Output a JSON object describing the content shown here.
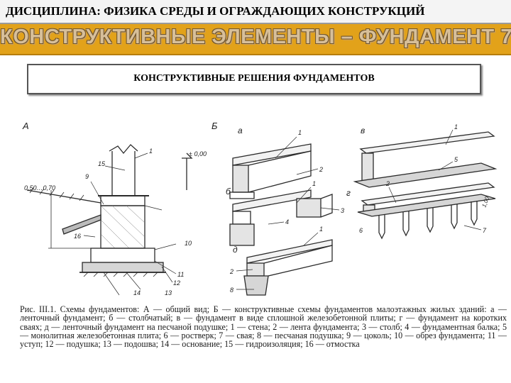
{
  "header": {
    "discipline": "ДИСЦИПЛИНА: ФИЗИКА СРЕДЫ И ОГРАЖДАЮЩИХ КОНСТРУКЦИЙ",
    "title": "КОНСТРУКТИВНЫЕ ЭЛЕМЕНТЫ – ФУНДАМЕНТ 7"
  },
  "subtitle": "КОНСТРУКТИВНЫЕ РЕШЕНИЯ ФУНДАМЕНТОВ",
  "figure": {
    "panel_a": "А",
    "panel_b": "Б",
    "sub_a": "а",
    "sub_b": "б",
    "sub_v": "в",
    "sub_g": "г",
    "sub_d": "д",
    "level_zero": "± 0,00",
    "depth": "0,50…0,70",
    "n1": "1",
    "n2": "2",
    "n3": "3",
    "n4": "4",
    "n5": "5",
    "n6": "6",
    "n7": "7",
    "n8": "8",
    "n9": "9",
    "n10": "10",
    "n11": "11",
    "n12": "12",
    "n13": "13",
    "n14": "14",
    "n15": "15",
    "n16": "16",
    "dim_h": "1,00"
  },
  "caption": {
    "text": "Рис. III.1. Схемы фундаментов: А — общий вид; Б — конструктивные схемы фундаментов малоэтажных жилых зданий: а — ленточный фундамент; б — столбчатый; в — фундамент в виде сплошной железобетонной плиты; г — фундамент на коротких сваях; д — ленточный фундамент на песчаной подушке; 1 — стена; 2 — лента фундамента; 3 — столб; 4 — фундаментная балка; 5 — монолитная железобетонная плита; 6 — ростверк; 7 — свая; 8 — песчаная подушка; 9 — цоколь; 10 — обрез фундамента; 11 — уступ; 12 — подушка; 13 — подошва; 14 — основание; 15 — гидроизоляция; 16 — отмостка"
  }
}
